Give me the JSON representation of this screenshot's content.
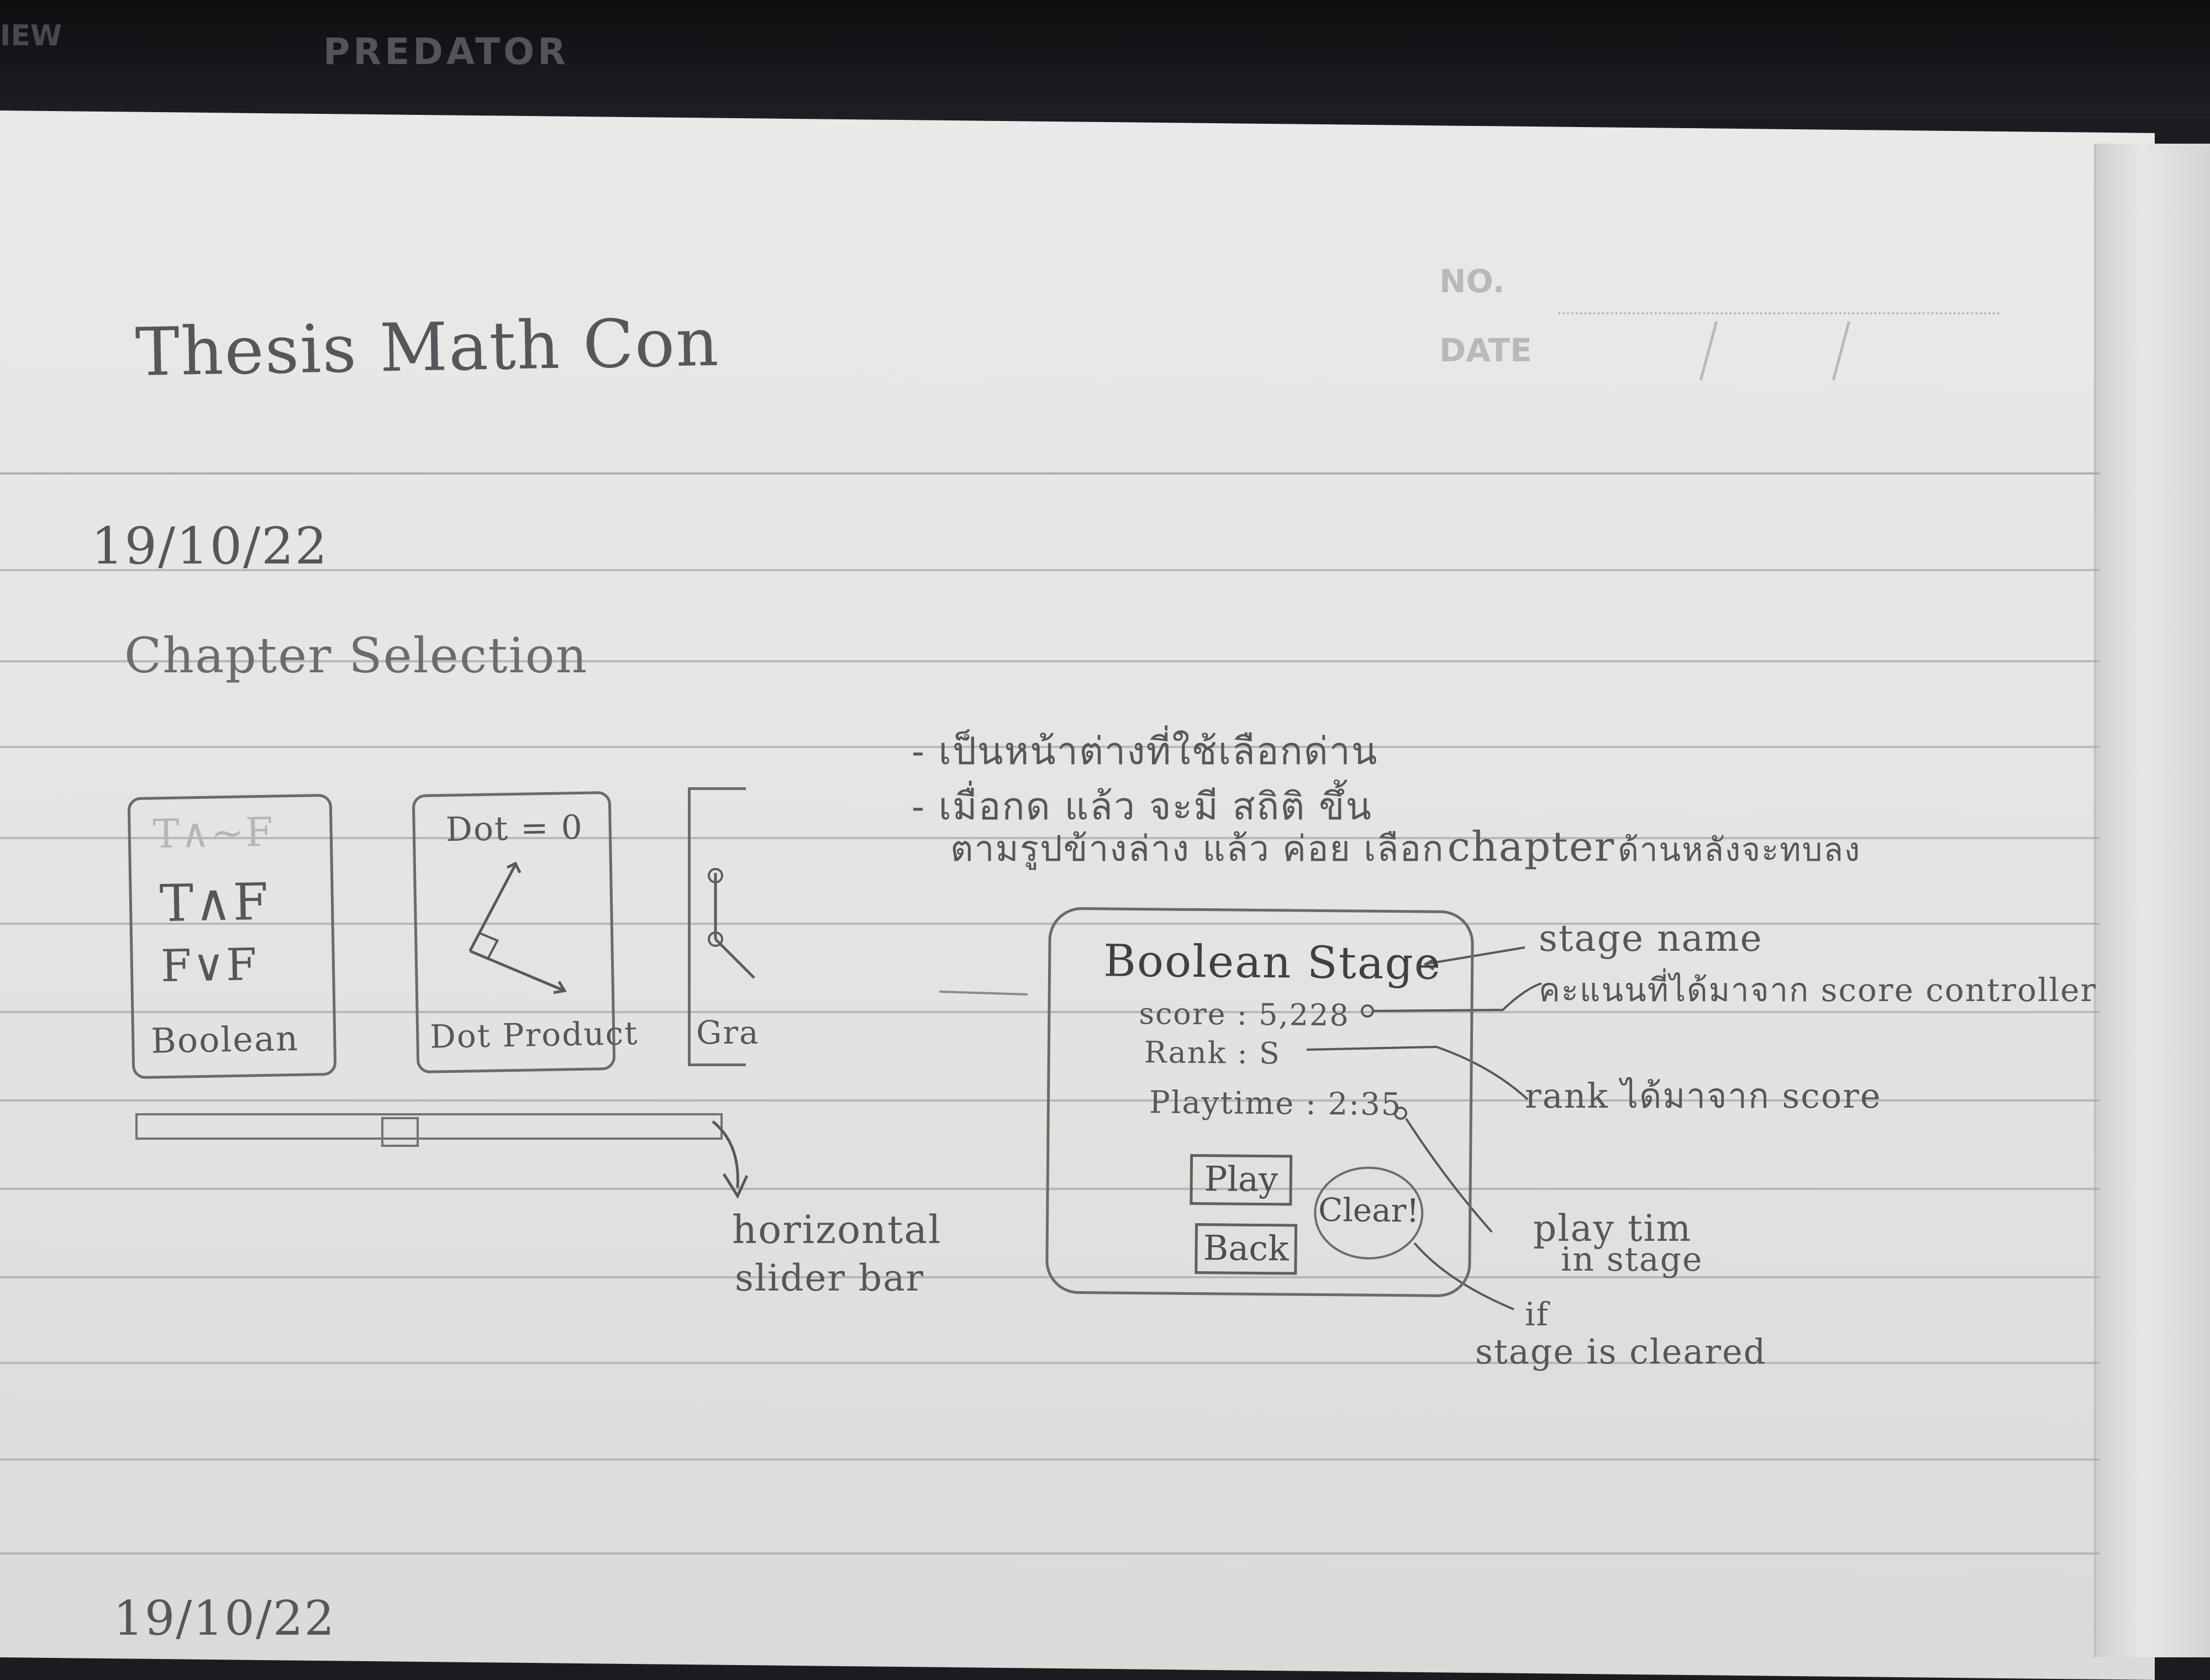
{
  "background": {
    "monitor_brand": "PREDATOR",
    "monitor_left_text": "IEW"
  },
  "notebook_header": {
    "no_label": "NO.",
    "date_label": "DATE"
  },
  "page": {
    "title": "Thesis Math Con",
    "date_top": "19/10/22",
    "section_title": "Chapter Selection",
    "date_bottom": "19/10/22"
  },
  "chapter_cards": [
    {
      "faint_text": "T∧~F",
      "line1": "T∧F",
      "line2": "F∨F",
      "label": "Boolean"
    },
    {
      "top_text": "Dot = 0",
      "label": "Dot Product"
    },
    {
      "label": "Gra"
    }
  ],
  "slider_note": {
    "line1": "horizontal",
    "line2": "slider bar"
  },
  "thai_notes": {
    "line1": "- เป็นหน้าต่างที่ใช้เลือกด่าน",
    "line2": "- เมื่อกด แล้ว จะมี สถิติ ขึ้น",
    "line3_part1": "ตามรูปข้างล่าง แล้ว ค่อย เลือก",
    "line3_chapter": "chapter",
    "line3_part2": "ด้านหลังจะทบลง"
  },
  "stage_popup": {
    "title": "Boolean Stage",
    "score_line": "score : 5,228",
    "rank_line": "Rank : S",
    "playtime_line": "Playtime : 2:35",
    "play_button": "Play",
    "back_button": "Back",
    "clear_badge": "Clear!"
  },
  "annotations": {
    "stage_name": "stage name",
    "score_note": "คะแนนที่ได้มาจาก score controller",
    "rank_note": "rank ได้มาจาก score",
    "playtime_line1": "play tim",
    "playtime_line2": "in stage",
    "clear_line1": "if",
    "clear_line2": "stage is cleared"
  }
}
